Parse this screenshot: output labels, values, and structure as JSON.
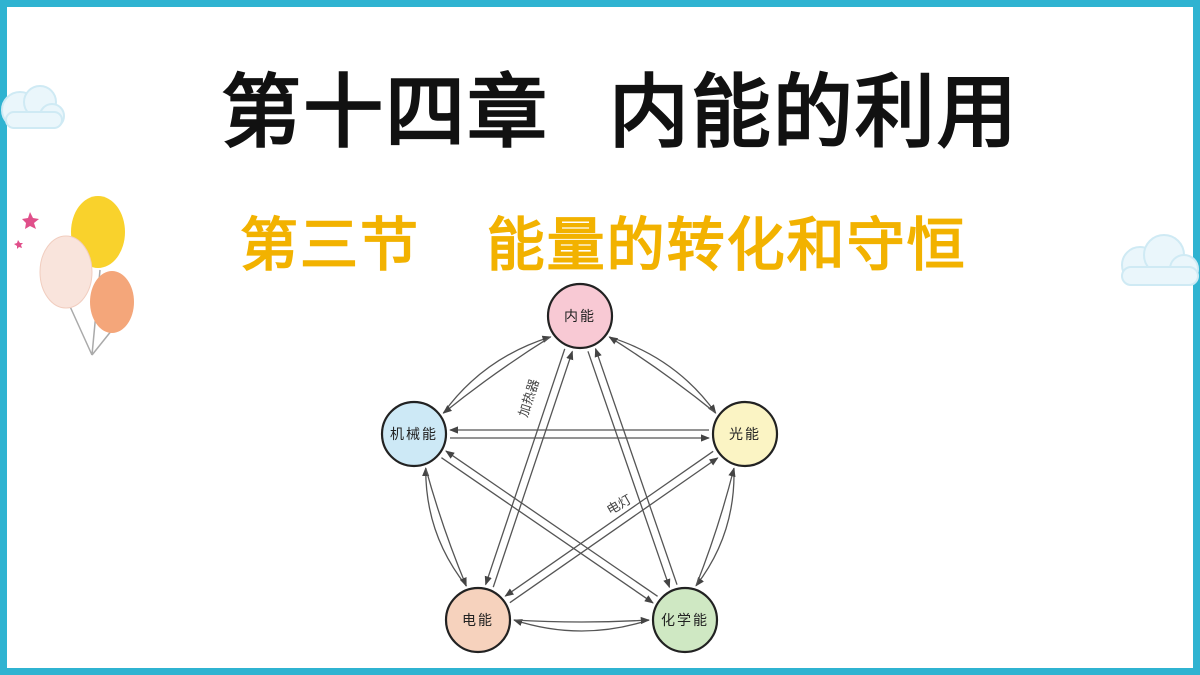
{
  "slide": {
    "title": "第十四章  内能的利用",
    "subtitle": "第三节   能量的转化和守恒"
  },
  "diagram": {
    "nodes": [
      {
        "id": "internal",
        "label": "内能",
        "color": "#f8c9d4"
      },
      {
        "id": "light",
        "label": "光能",
        "color": "#fbf4c4"
      },
      {
        "id": "chemical",
        "label": "化学能",
        "color": "#cfe8c3"
      },
      {
        "id": "electric",
        "label": "电能",
        "color": "#f6d2bd"
      },
      {
        "id": "mechanical",
        "label": "机械能",
        "color": "#cde9f6"
      }
    ],
    "annotations": [
      {
        "label": "加热器"
      },
      {
        "label": "电灯"
      }
    ]
  },
  "colors": {
    "border": "#2fb3d1",
    "subtitle": "#f2b200",
    "arrow": "#555555"
  }
}
